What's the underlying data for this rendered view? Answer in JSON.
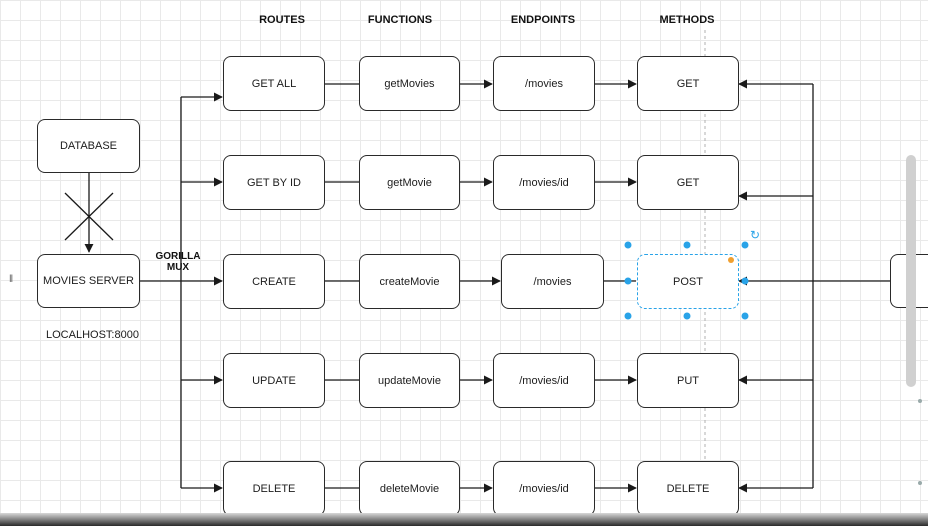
{
  "headers": {
    "routes": "ROUTES",
    "functions": "FUNCTIONS",
    "endpoints": "ENDPOINTS",
    "methods": "METHODS"
  },
  "database": "DATABASE",
  "server": "MOVIES SERVER",
  "server_address": "LOCALHOST:8000",
  "router": "GORILLA MUX",
  "rows": [
    {
      "route": "GET ALL",
      "function": "getMovies",
      "endpoint": "/movies",
      "method": "GET"
    },
    {
      "route": "GET BY ID",
      "function": "getMovie",
      "endpoint": "/movies/id",
      "method": "GET"
    },
    {
      "route": "CREATE",
      "function": "createMovie",
      "endpoint": "/movies",
      "method": "POST"
    },
    {
      "route": "UPDATE",
      "function": "updateMovie",
      "endpoint": "/movies/id",
      "method": "PUT"
    },
    {
      "route": "DELETE",
      "function": "deleteMovie",
      "endpoint": "/movies/id",
      "method": "DELETE"
    }
  ],
  "selected_method": "POST",
  "colors": {
    "selection_handle": "#29a3e8",
    "anchor_handle": "#f0a030",
    "line": "#1a1a1a",
    "grid": "#e9e9e9"
  }
}
